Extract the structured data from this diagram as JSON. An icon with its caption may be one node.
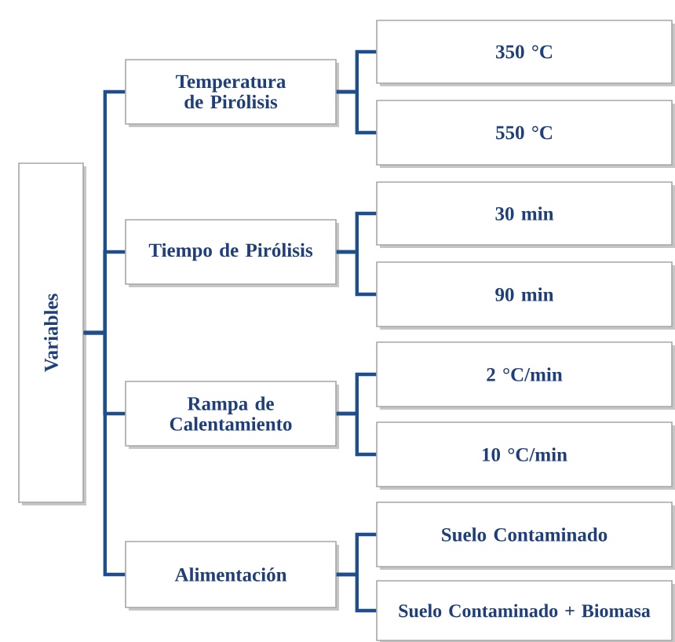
{
  "diagram": {
    "nodes": [
      {
        "text": [
          "Variables"
        ]
      },
      {
        "text": [
          "Temperatura de Pirólisis"
        ]
      },
      {
        "text": [
          "Tiempo de Pirólisis"
        ]
      },
      {
        "text": [
          "Rampa de Calentamiento"
        ]
      },
      {
        "text": [
          "Alimentación"
        ]
      },
      {
        "text": [
          "350 °C"
        ]
      },
      {
        "text": [
          "550 °C"
        ]
      },
      {
        "text": [
          "30 min"
        ]
      },
      {
        "text": [
          "90 min"
        ]
      },
      {
        "text": [
          "2 °C/min"
        ]
      },
      {
        "text": [
          "10 °C/min"
        ]
      },
      {
        "text": [
          "Suelo Contaminado"
        ]
      },
      {
        "text": [
          "Suelo Contaminado + Biomasa"
        ]
      }
    ],
    "edges": [
      {
        "from": 0,
        "to": 1,
        "arrow": "none"
      },
      {
        "from": 0,
        "to": 2,
        "arrow": "none"
      },
      {
        "from": 0,
        "to": 3,
        "arrow": "none"
      },
      {
        "from": 0,
        "to": 4,
        "arrow": "none"
      },
      {
        "from": 1,
        "to": 5,
        "arrow": "none"
      },
      {
        "from": 1,
        "to": 6,
        "arrow": "none"
      },
      {
        "from": 2,
        "to": 7,
        "arrow": "none"
      },
      {
        "from": 2,
        "to": 8,
        "arrow": "none"
      },
      {
        "from": 3,
        "to": 9,
        "arrow": "none"
      },
      {
        "from": 3,
        "to": 10,
        "arrow": "none"
      },
      {
        "from": 4,
        "to": 11,
        "arrow": "none"
      },
      {
        "from": 4,
        "to": 12,
        "arrow": "none"
      }
    ]
  }
}
